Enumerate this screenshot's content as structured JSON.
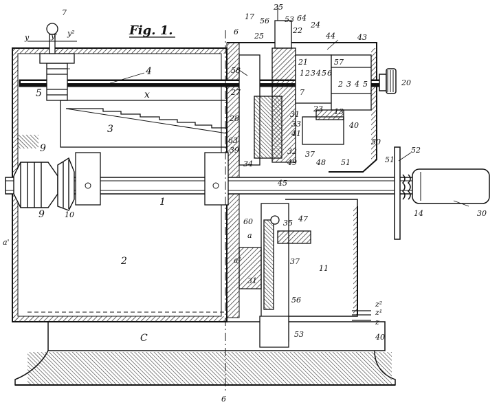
{
  "figure": {
    "title": "Fig. 1."
  },
  "colors": {
    "ink": "#111111",
    "paper": "#ffffff",
    "hatch": "#222222"
  },
  "labels": {
    "l7": "7",
    "ly": "y",
    "ly1": "y'",
    "ly2": "y²",
    "l6top": "6",
    "l25a": "25",
    "l25b": "25",
    "l17": "17",
    "l56": "56",
    "l53top": "53",
    "l64": "64",
    "l22": "22",
    "l24": "24",
    "l44": "44",
    "l43": "43",
    "l4": "4",
    "l58": "58",
    "l21": "21",
    "l57": "57",
    "l20": "20",
    "l5": "5",
    "lx": "x",
    "l27": "27",
    "l23": "23",
    "l13": "13",
    "l3": "3",
    "l28": "28",
    "l31a": "31",
    "l33": "33",
    "l41": "41",
    "l40a": "40",
    "l50": "50",
    "l63": "63",
    "l39": "39",
    "l32": "32",
    "l37a": "37",
    "l9a": "9",
    "l9b": "9",
    "l34": "34",
    "l49": "49",
    "l48": "48",
    "l51": "51",
    "l52": "52",
    "l45": "45",
    "l1": "1",
    "l10": "10",
    "l14": "14",
    "l30": "30",
    "l60": "60",
    "l35": "35",
    "l47": "47",
    "la": "a",
    "la1": "a'",
    "la2": "a²",
    "l2": "2",
    "l37b": "37",
    "l11": "11",
    "l31b": "31",
    "l56b": "56",
    "lz2": "z²",
    "lz1": "z¹",
    "lz": "z",
    "lC": "C",
    "l53b": "53",
    "l40b": "40",
    "l6bot": "6",
    "w1": "1",
    "w2": "2",
    "w3": "3",
    "w4": "4",
    "w5": "5",
    "w6": "6",
    "w7": "7",
    "d1": "2",
    "d2": "3",
    "d3": "4",
    "d4": "5"
  }
}
